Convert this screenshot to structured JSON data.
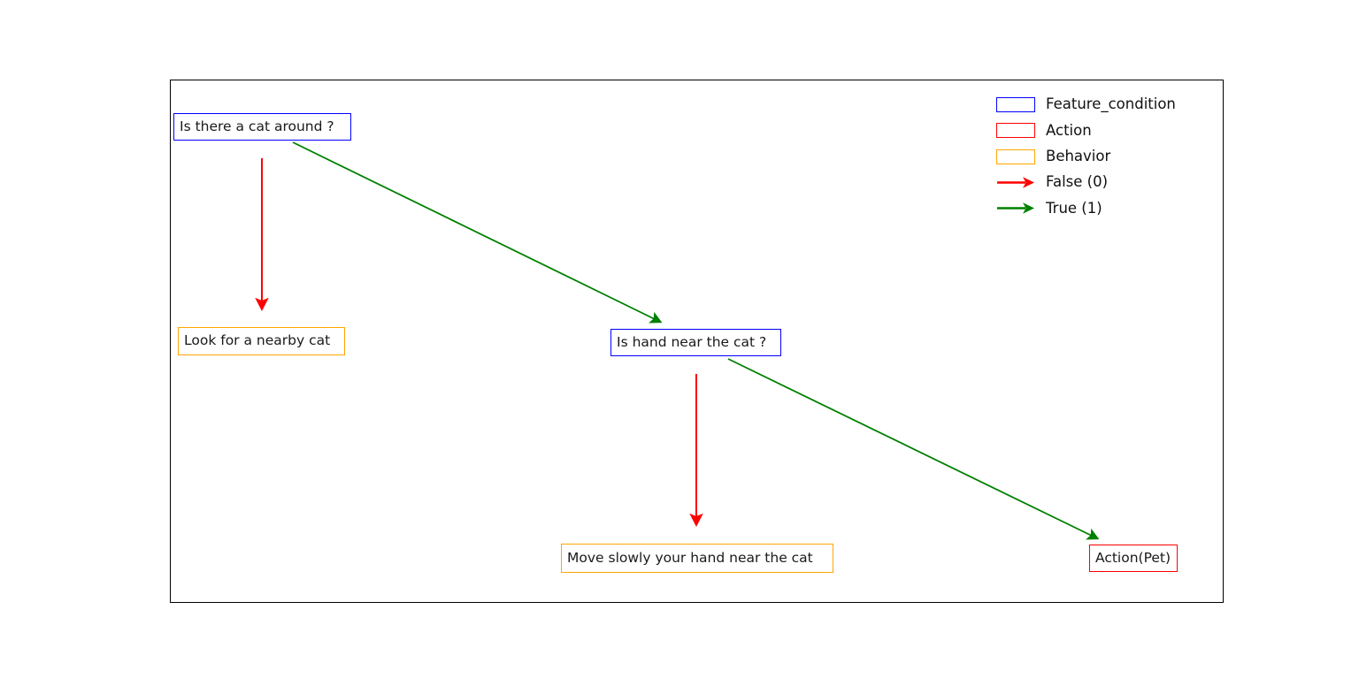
{
  "diagram": {
    "nodes": [
      {
        "id": "cat-around",
        "label": "Is there a cat around ?",
        "type": "Feature_condition"
      },
      {
        "id": "look-cat",
        "label": "Look for a nearby cat",
        "type": "Behavior"
      },
      {
        "id": "hand-near",
        "label": "Is hand near the cat ?",
        "type": "Feature_condition"
      },
      {
        "id": "move-hand",
        "label": "Move slowly your hand near the cat",
        "type": "Behavior"
      },
      {
        "id": "action-pet",
        "label": "Action(Pet)",
        "type": "Action"
      }
    ],
    "edges": [
      {
        "from": "cat-around",
        "to": "look-cat",
        "label": "False (0)"
      },
      {
        "from": "cat-around",
        "to": "hand-near",
        "label": "True (1)"
      },
      {
        "from": "hand-near",
        "to": "move-hand",
        "label": "False (0)"
      },
      {
        "from": "hand-near",
        "to": "action-pet",
        "label": "True (1)"
      }
    ]
  },
  "legend": {
    "items": [
      {
        "label": "Feature_condition",
        "marker": "box",
        "color": "#0000ff"
      },
      {
        "label": "Action",
        "marker": "box",
        "color": "#ff0000"
      },
      {
        "label": "Behavior",
        "marker": "box",
        "color": "#ffa500"
      },
      {
        "label": "False (0)",
        "marker": "arrow",
        "color": "#ff0000"
      },
      {
        "label": "True (1)",
        "marker": "arrow",
        "color": "#008000"
      }
    ]
  },
  "colors": {
    "feature_condition": "#0000ff",
    "action": "#ff0000",
    "behavior": "#ffa500",
    "edge_false": "#ff0000",
    "edge_true": "#008000",
    "frame": "#000000",
    "background": "#ffffff"
  }
}
